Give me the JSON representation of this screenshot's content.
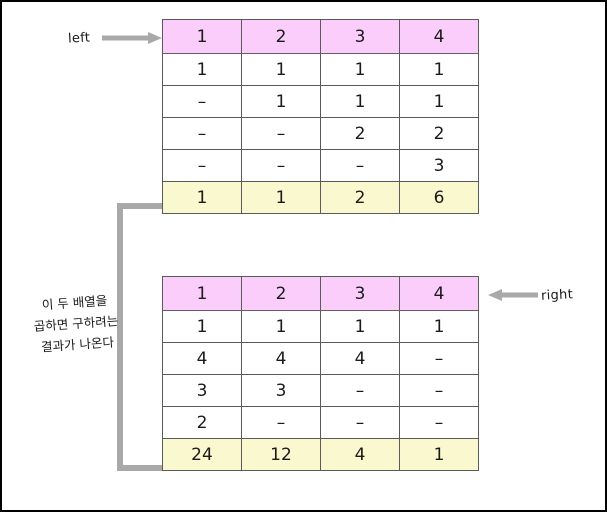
{
  "diagram": {
    "title": "left / right prefix-suffix product arrays",
    "colors": {
      "header_pink": "#fbcdfb",
      "sum_yellow": "#f9f8ce",
      "arrow_gray": "#a9a9a9",
      "grid_line": "#5a5a5a",
      "text": "#1a1a1a",
      "page_border": "#000000"
    }
  },
  "labels": {
    "left": "left",
    "right": "right",
    "korean_note": "이 두 배열을\n곱하면 구하려는\n결과가 나온다"
  },
  "tables": [
    {
      "id": "left",
      "name": "left-table",
      "header": [
        "1",
        "2",
        "3",
        "4"
      ],
      "rows": [
        [
          "1",
          "1",
          "1",
          "1"
        ],
        [
          "–",
          "1",
          "1",
          "1"
        ],
        [
          "–",
          "–",
          "2",
          "2"
        ],
        [
          "–",
          "–",
          "–",
          "3"
        ]
      ],
      "sum_row": [
        "1",
        "1",
        "2",
        "6"
      ]
    },
    {
      "id": "right",
      "name": "right-table",
      "header": [
        "1",
        "2",
        "3",
        "4"
      ],
      "rows": [
        [
          "1",
          "1",
          "1",
          "1"
        ],
        [
          "4",
          "4",
          "4",
          "–"
        ],
        [
          "3",
          "3",
          "–",
          "–"
        ],
        [
          "2",
          "–",
          "–",
          "–"
        ]
      ],
      "sum_row": [
        "24",
        "12",
        "4",
        "1"
      ]
    }
  ]
}
